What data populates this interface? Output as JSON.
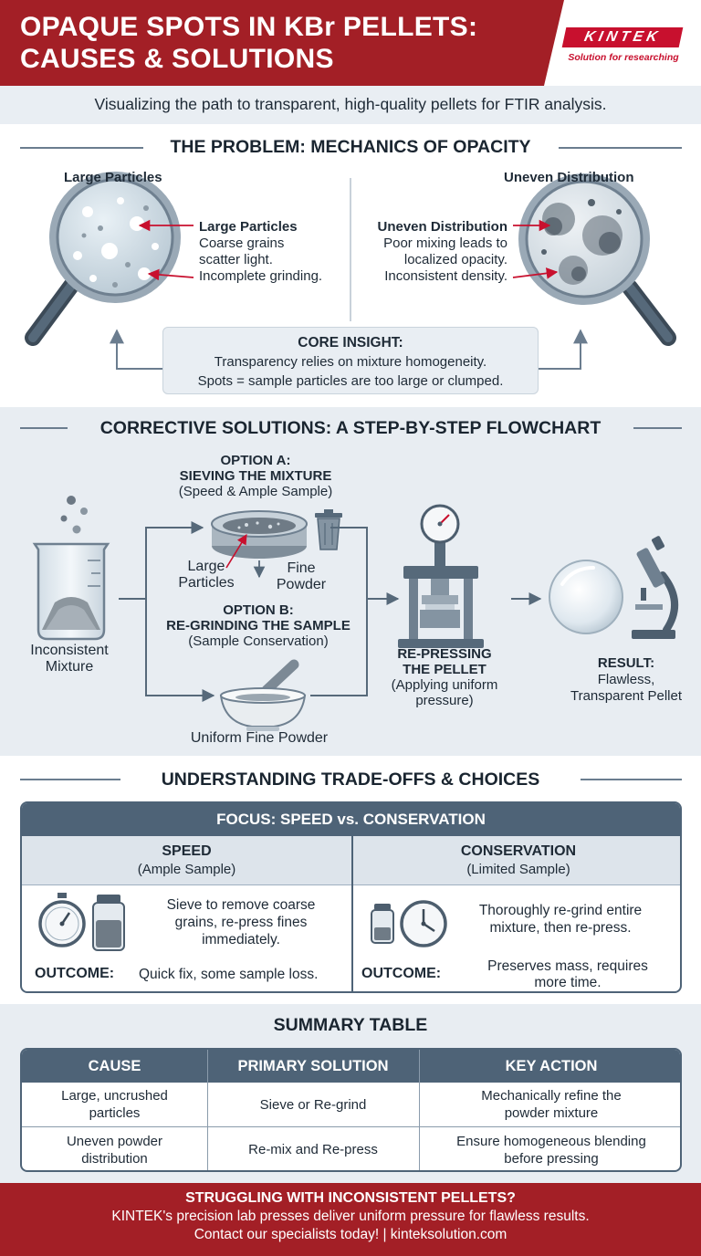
{
  "header": {
    "title_line1": "OPAQUE SPOTS IN KBr PELLETS:",
    "title_line2": "CAUSES & SOLUTIONS",
    "logo": "KINTEK",
    "logo_tagline": "Solution for researching"
  },
  "subtitle": "Visualizing the path to transparent, high-quality pellets for FTIR analysis.",
  "problem": {
    "section_title": "THE PROBLEM: MECHANICS OF OPACITY",
    "left": {
      "heading": "Large Particles",
      "callout_title": "Large Particles",
      "callout_line1": "Coarse grains",
      "callout_line2": "scatter light.",
      "callout_line3": "Incomplete grinding."
    },
    "right": {
      "heading": "Uneven Distribution",
      "callout_title": "Uneven Distribution",
      "callout_line1": "Poor mixing leads to",
      "callout_line2": "localized opacity.",
      "callout_line3": "Inconsistent density."
    },
    "insight": {
      "title": "CORE INSIGHT:",
      "line1": "Transparency relies on mixture homogeneity.",
      "line2": "Spots = sample particles are too large or clumped."
    }
  },
  "flowchart": {
    "section_title": "CORRECTIVE SOLUTIONS: A STEP-BY-STEP FLOWCHART",
    "start_line1": "Inconsistent",
    "start_line2": "Mixture",
    "option_a": {
      "line1": "OPTION A:",
      "line2": "SIEVING THE MIXTURE",
      "line3": "(Speed & Ample Sample)",
      "large_line1": "Large",
      "large_line2": "Particles",
      "fine_line1": "Fine",
      "fine_line2": "Powder"
    },
    "option_b": {
      "line1": "OPTION B:",
      "line2": "RE-GRINDING THE SAMPLE",
      "line3": "(Sample Conservation)",
      "result": "Uniform Fine Powder"
    },
    "press": {
      "line1": "RE-PRESSING",
      "line2": "THE PELLET",
      "line3": "(Applying uniform",
      "line4": "pressure)"
    },
    "result": {
      "line1": "RESULT:",
      "line2": "Flawless,",
      "line3": "Transparent Pellet"
    }
  },
  "tradeoffs": {
    "section_title": "UNDERSTANDING TRADE-OFFS & CHOICES",
    "panel_title": "FOCUS: SPEED vs. CONSERVATION",
    "speed": {
      "heading": "SPEED",
      "sub": "(Ample Sample)",
      "desc_line1": "Sieve to remove coarse",
      "desc_line2": "grains, re-press fines",
      "desc_line3": "immediately.",
      "outcome_label": "OUTCOME:",
      "outcome": "Quick fix, some sample loss."
    },
    "conservation": {
      "heading": "CONSERVATION",
      "sub": "(Limited Sample)",
      "desc_line1": "Thoroughly re-grind entire",
      "desc_line2": "mixture, then re-press.",
      "outcome_label": "OUTCOME:",
      "outcome_line1": "Preserves mass, requires",
      "outcome_line2": "more time."
    }
  },
  "summary": {
    "section_title": "SUMMARY TABLE",
    "headers": [
      "CAUSE",
      "PRIMARY SOLUTION",
      "KEY ACTION"
    ],
    "rows": [
      {
        "cause_line1": "Large, uncrushed",
        "cause_line2": "particles",
        "solution": "Sieve or Re-grind",
        "action_line1": "Mechanically refine the",
        "action_line2": "powder mixture"
      },
      {
        "cause_line1": "Uneven powder",
        "cause_line2": "distribution",
        "solution": "Re-mix and Re-press",
        "action_line1": "Ensure homogeneous blending",
        "action_line2": "before pressing"
      }
    ]
  },
  "footer": {
    "line1": "STRUGGLING WITH INCONSISTENT PELLETS?",
    "line2": "KINTEK's precision lab presses deliver uniform pressure for flawless results.",
    "line3": "Contact our specialists today! | kinteksolution.com"
  },
  "colors": {
    "brand_red": "#a31f26",
    "slate": "#4e6377",
    "light_band": "#e8edf2",
    "arrow_red": "#c8102e"
  }
}
